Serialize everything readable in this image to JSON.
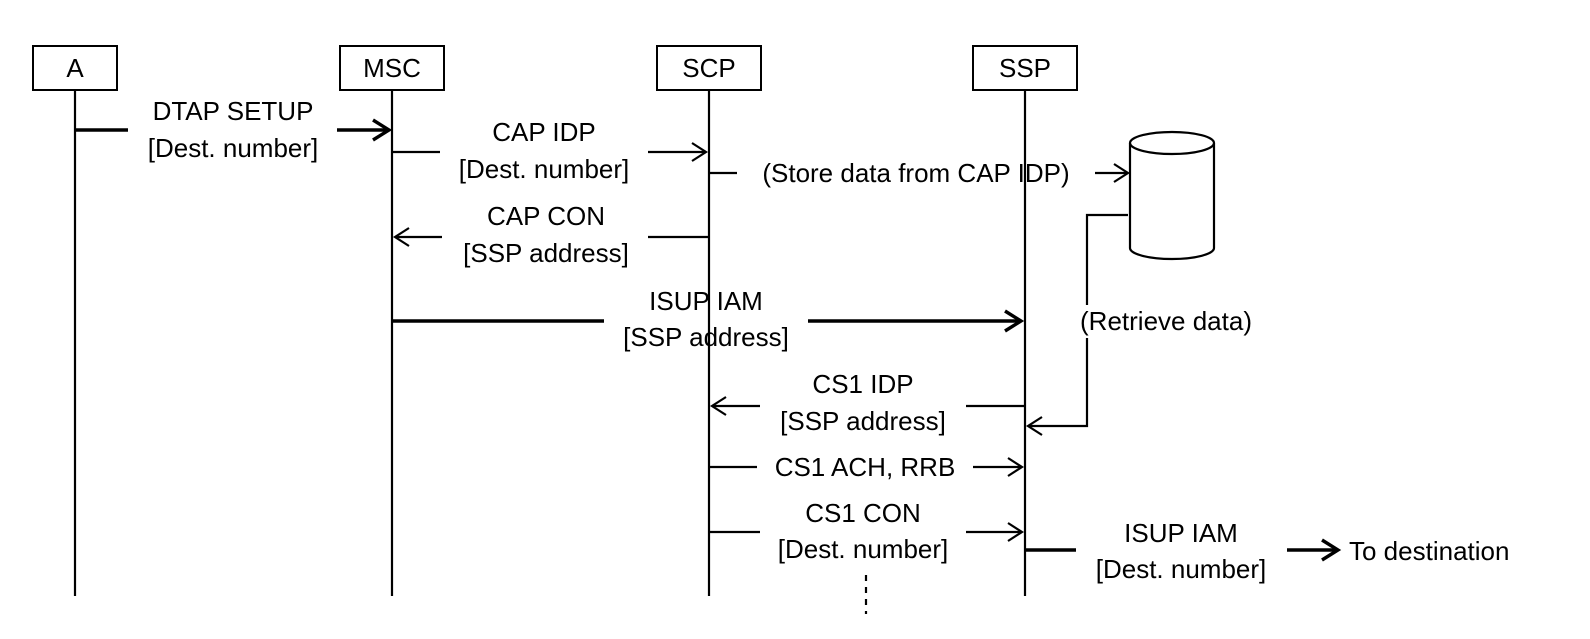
{
  "entities": [
    {
      "id": "a",
      "label": "A"
    },
    {
      "id": "msc",
      "label": "MSC"
    },
    {
      "id": "scp",
      "label": "SCP"
    },
    {
      "id": "ssp",
      "label": "SSP"
    }
  ],
  "messages": {
    "dtap_setup": {
      "line1": "DTAP SETUP",
      "line2": "[Dest. number]"
    },
    "cap_idp": {
      "line1": "CAP IDP",
      "line2": "[Dest. number]"
    },
    "store_data": {
      "label": "(Store data from CAP IDP)"
    },
    "cap_con": {
      "line1": "CAP CON",
      "line2": "[SSP address]"
    },
    "isup_iam_1": {
      "line1": "ISUP IAM",
      "line2": "[SSP address]"
    },
    "retrieve_data": {
      "label": "(Retrieve data)"
    },
    "cs1_idp": {
      "line1": "CS1 IDP",
      "line2": "[SSP address]"
    },
    "cs1_ach_rrb": {
      "label": "CS1 ACH, RRB"
    },
    "cs1_con": {
      "line1": "CS1 CON",
      "line2": "[Dest. number]"
    },
    "isup_iam_2": {
      "line1": "ISUP IAM",
      "line2": "[Dest. number]"
    },
    "to_destination": {
      "label": "To destination"
    }
  },
  "colors": {
    "line": "#000000",
    "background": "#ffffff"
  },
  "icons": {
    "database": "database-cylinder-icon"
  }
}
